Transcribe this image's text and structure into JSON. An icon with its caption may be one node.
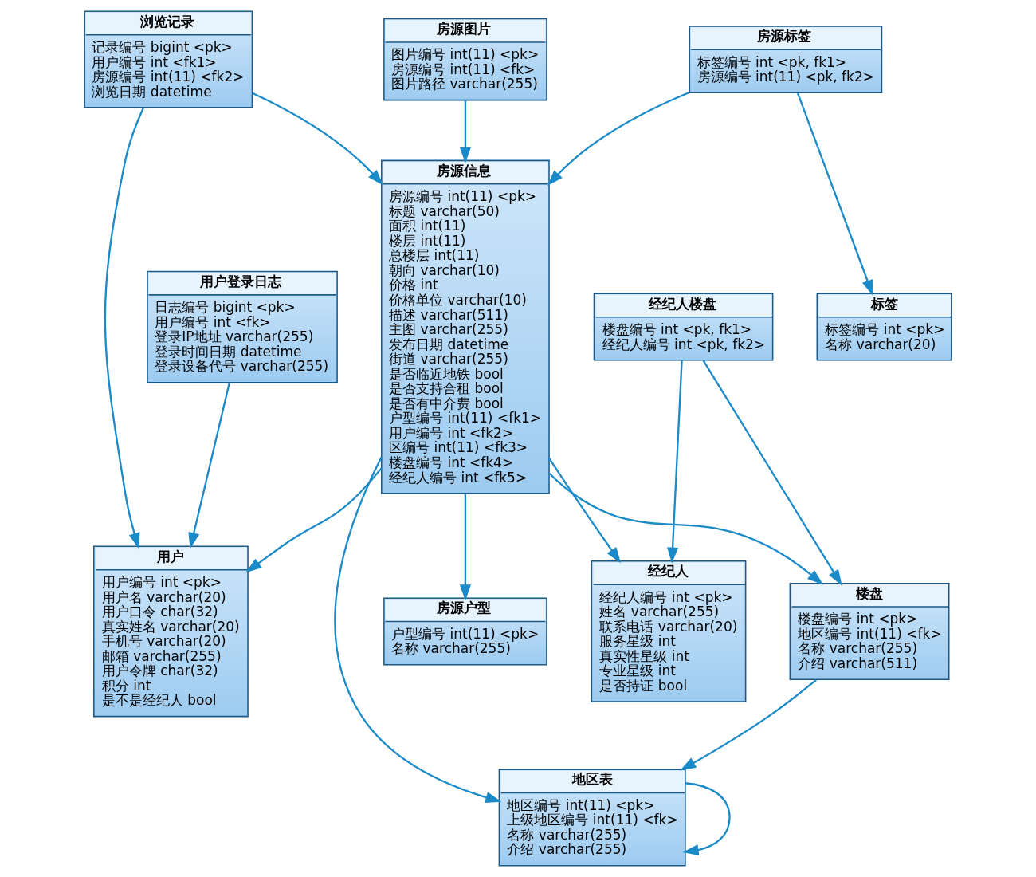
{
  "diagram": {
    "nodes": [
      {
        "text": [
          "用户登录日志",
          "日志编号 bigint <pk>",
          "用户编号 int <fk>",
          "登录IP地址 varchar(255)",
          "登录时间日期 datetime",
          "登录设备代号 varchar(255)"
        ]
      },
      {
        "text": [
          "标签",
          "标签编号 int <pk>",
          "名称 varchar(20)"
        ]
      },
      {
        "text": [
          "房源户型",
          "户型编号 int(11) <pk>",
          "名称 varchar(255)"
        ]
      },
      {
        "text": [
          "房源标签",
          "标签编号 int <pk, fk1>",
          "房源编号 int(11) <pk, fk2>"
        ]
      },
      {
        "text": [
          "用户",
          "用户编号 int <pk>",
          "用户名 varchar(20)",
          "用户口令 char(32)",
          "真实姓名 varchar(20)",
          "手机号 varchar(20)",
          "邮箱 varchar(255)",
          "用户令牌 char(32)",
          "积分 int",
          "是不是经纪人 bool"
        ]
      },
      {
        "text": [
          "房源信息",
          "房源编号 int(11) <pk>",
          "标题 varchar(50)",
          "面积 int(11)",
          "楼层 int(11)",
          "总楼层 int(11)",
          "朝向 varchar(10)",
          "价格 int",
          "价格单位 varchar(10)",
          "描述 varchar(511)",
          "主图 varchar(255)",
          "发布日期 datetime",
          "街道 varchar(255)",
          "是否临近地铁 bool",
          "是否支持合租 bool",
          "是否有中介费 bool",
          "户型编号 int(11) <fk1>",
          "用户编号 int <fk2>",
          "区编号 int(11) <fk3>",
          "楼盘编号 int <fk4>",
          "经纪人编号 int <fk5>"
        ]
      },
      {
        "text": [
          "房源图片",
          "图片编号 int(11) <pk>",
          "房源编号 int(11) <fk>",
          "图片路径 varchar(255)"
        ]
      },
      {
        "text": [
          "浏览记录",
          "记录编号 bigint <pk>",
          "用户编号 int <fk1>",
          "房源编号 int(11) <fk2>",
          "浏览日期 datetime"
        ]
      },
      {
        "text": [
          "经纪人",
          "经纪人编号 int <pk>",
          "姓名 varchar(255)",
          "联系电话 varchar(20)",
          "服务星级 int",
          "真实性星级 int",
          "专业星级 int",
          "是否持证 bool"
        ]
      },
      {
        "text": [
          "地区表",
          "地区编号 int(11) <pk>",
          "上级地区编号 int(11) <fk>",
          "名称 varchar(255)",
          "介绍 varchar(255)"
        ]
      },
      {
        "text": [
          "楼盘",
          "楼盘编号 int <pk>",
          "地区编号 int(11) <fk>",
          "名称 varchar(255)",
          "介绍 varchar(511)"
        ]
      },
      {
        "text": [
          "经纪人楼盘",
          "楼盘编号 int <pk, fk1>",
          "经纪人编号 int <pk, fk2>"
        ]
      }
    ],
    "edges": [
      {
        "from": 0,
        "to": 4,
        "arrow": "to"
      },
      {
        "from": 3,
        "to": 1,
        "arrow": "to"
      },
      {
        "from": 5,
        "to": 2,
        "arrow": "to"
      },
      {
        "from": 3,
        "to": 5,
        "arrow": "to"
      },
      {
        "from": 5,
        "to": 4,
        "arrow": "to"
      },
      {
        "from": 6,
        "to": 5,
        "arrow": "to"
      },
      {
        "from": 7,
        "to": 4,
        "arrow": "to"
      },
      {
        "from": 7,
        "to": 5,
        "arrow": "to"
      },
      {
        "from": 5,
        "to": 8,
        "arrow": "to"
      },
      {
        "from": 5,
        "to": 9,
        "arrow": "to"
      },
      {
        "from": 5,
        "to": 10,
        "arrow": "to"
      },
      {
        "from": 10,
        "to": 9,
        "arrow": "to"
      },
      {
        "from": 9,
        "to": 9,
        "arrow": "to"
      },
      {
        "from": 11,
        "to": 10,
        "arrow": "to"
      },
      {
        "from": 11,
        "to": 8,
        "arrow": "to"
      }
    ]
  }
}
